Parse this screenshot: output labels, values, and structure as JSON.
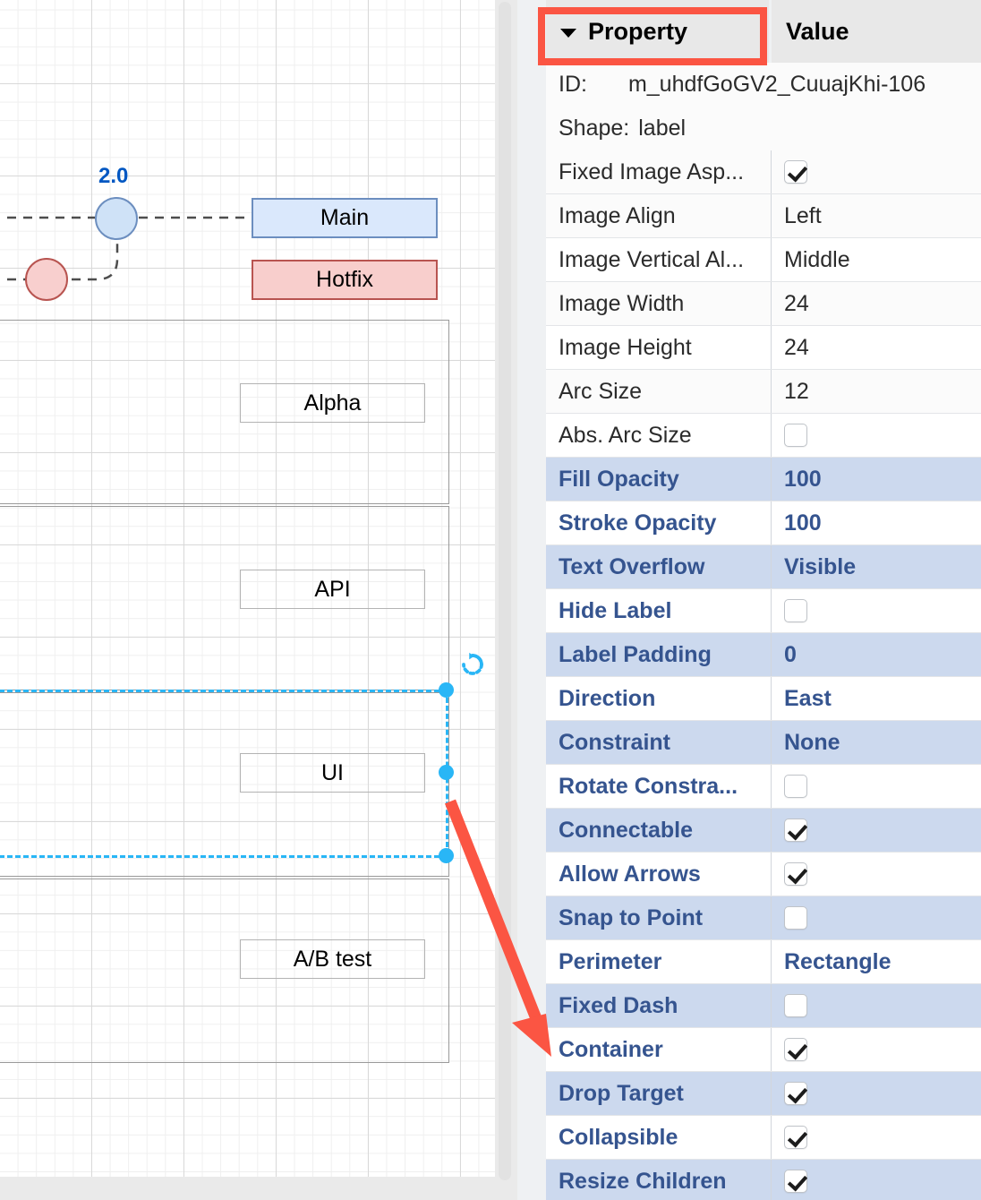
{
  "canvas": {
    "version_tag": "2.0",
    "nodes": [
      {
        "label": "Main",
        "style": "blue"
      },
      {
        "label": "Hotfix",
        "style": "red"
      },
      {
        "label": "Alpha",
        "style": "plain"
      },
      {
        "label": "API",
        "style": "plain"
      },
      {
        "label": "UI",
        "style": "plain"
      },
      {
        "label": "A/B test",
        "style": "plain"
      }
    ],
    "selected_node": "UI",
    "rotate_handle": "rotate-icon",
    "colors": {
      "node_blue_fill": "#dae8fc",
      "node_blue_stroke": "#6c8ebf",
      "node_red_fill": "#f8cecc",
      "node_red_stroke": "#b85450",
      "selection": "#29b6f6",
      "tag": "#0057c2",
      "annotation": "#fb5543"
    }
  },
  "panel": {
    "header": {
      "property": "Property",
      "value": "Value",
      "collapse_icon": "caret-down-icon"
    },
    "meta": [
      {
        "key": "ID:",
        "value": "m_uhdfGoGV2_CuuajKhi-106"
      },
      {
        "key": "Shape:",
        "value": "label"
      }
    ],
    "rows": [
      {
        "name": "Fixed Image Asp...",
        "type": "check",
        "checked": true,
        "bold": false,
        "shade": "light"
      },
      {
        "name": "Image Align",
        "type": "text",
        "value": "Left",
        "bold": false,
        "shade": "light"
      },
      {
        "name": "Image Vertical Al...",
        "type": "text",
        "value": "Middle",
        "bold": false,
        "shade": "white"
      },
      {
        "name": "Image Width",
        "type": "text",
        "value": "24",
        "bold": false,
        "shade": "light"
      },
      {
        "name": "Image Height",
        "type": "text",
        "value": "24",
        "bold": false,
        "shade": "white"
      },
      {
        "name": "Arc Size",
        "type": "text",
        "value": "12",
        "bold": false,
        "shade": "light"
      },
      {
        "name": "Abs. Arc Size",
        "type": "check",
        "checked": false,
        "bold": false,
        "shade": "white"
      },
      {
        "name": "Fill Opacity",
        "type": "text",
        "value": "100",
        "bold": true,
        "shade": "blue-shade"
      },
      {
        "name": "Stroke Opacity",
        "type": "text",
        "value": "100",
        "bold": true,
        "shade": "blue-white"
      },
      {
        "name": "Text Overflow",
        "type": "text",
        "value": "Visible",
        "bold": true,
        "shade": "blue-shade"
      },
      {
        "name": "Hide Label",
        "type": "check",
        "checked": false,
        "bold": true,
        "shade": "blue-white"
      },
      {
        "name": "Label Padding",
        "type": "text",
        "value": "0",
        "bold": true,
        "shade": "blue-shade"
      },
      {
        "name": "Direction",
        "type": "text",
        "value": "East",
        "bold": true,
        "shade": "blue-white"
      },
      {
        "name": "Constraint",
        "type": "text",
        "value": "None",
        "bold": true,
        "shade": "blue-shade"
      },
      {
        "name": "Rotate Constra...",
        "type": "check",
        "checked": false,
        "bold": true,
        "shade": "blue-white"
      },
      {
        "name": "Connectable",
        "type": "check",
        "checked": true,
        "bold": true,
        "shade": "blue-shade"
      },
      {
        "name": "Allow Arrows",
        "type": "check",
        "checked": true,
        "bold": true,
        "shade": "blue-white"
      },
      {
        "name": "Snap to Point",
        "type": "check",
        "checked": false,
        "bold": true,
        "shade": "blue-shade"
      },
      {
        "name": "Perimeter",
        "type": "text",
        "value": "Rectangle",
        "bold": true,
        "shade": "blue-white"
      },
      {
        "name": "Fixed Dash",
        "type": "check",
        "checked": false,
        "bold": true,
        "shade": "blue-shade"
      },
      {
        "name": "Container",
        "type": "check",
        "checked": true,
        "bold": true,
        "shade": "blue-white"
      },
      {
        "name": "Drop Target",
        "type": "check",
        "checked": true,
        "bold": true,
        "shade": "blue-shade"
      },
      {
        "name": "Collapsible",
        "type": "check",
        "checked": true,
        "bold": true,
        "shade": "blue-white"
      },
      {
        "name": "Resize Children",
        "type": "check",
        "checked": true,
        "bold": true,
        "shade": "blue-shade"
      }
    ]
  }
}
